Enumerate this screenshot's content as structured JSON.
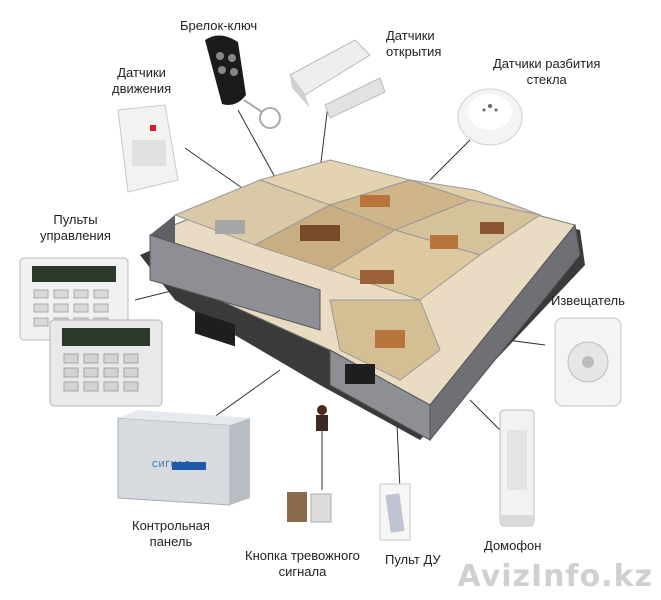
{
  "labels": {
    "keyfob": "Брелок-ключ",
    "open_sensors": [
      "Датчики",
      "открытия"
    ],
    "glass_sensors": [
      "Датчики разбития",
      "стекла"
    ],
    "motion_sensors": [
      "Датчики",
      "движения"
    ],
    "control_panels": [
      "Пульты",
      "управления"
    ],
    "siren": "Извещатель",
    "main_panel": [
      "Контрольная",
      "панель"
    ],
    "panic_button": [
      "Кнопка тревожного",
      "сигнала"
    ],
    "remote": "Пульт ДУ",
    "intercom": "Домофон"
  },
  "devices": {
    "main_panel_brand": "СИГНАЛ"
  },
  "watermark": "AvizInfo.kz",
  "colors": {
    "wall": "#8e8f95",
    "wall_dark": "#5f6066",
    "floor": "#e9dcc2",
    "wood": "#b9743c",
    "line": "#333333",
    "lcd": "#2a3a2a",
    "panel_blue": "#1e5aa8"
  }
}
